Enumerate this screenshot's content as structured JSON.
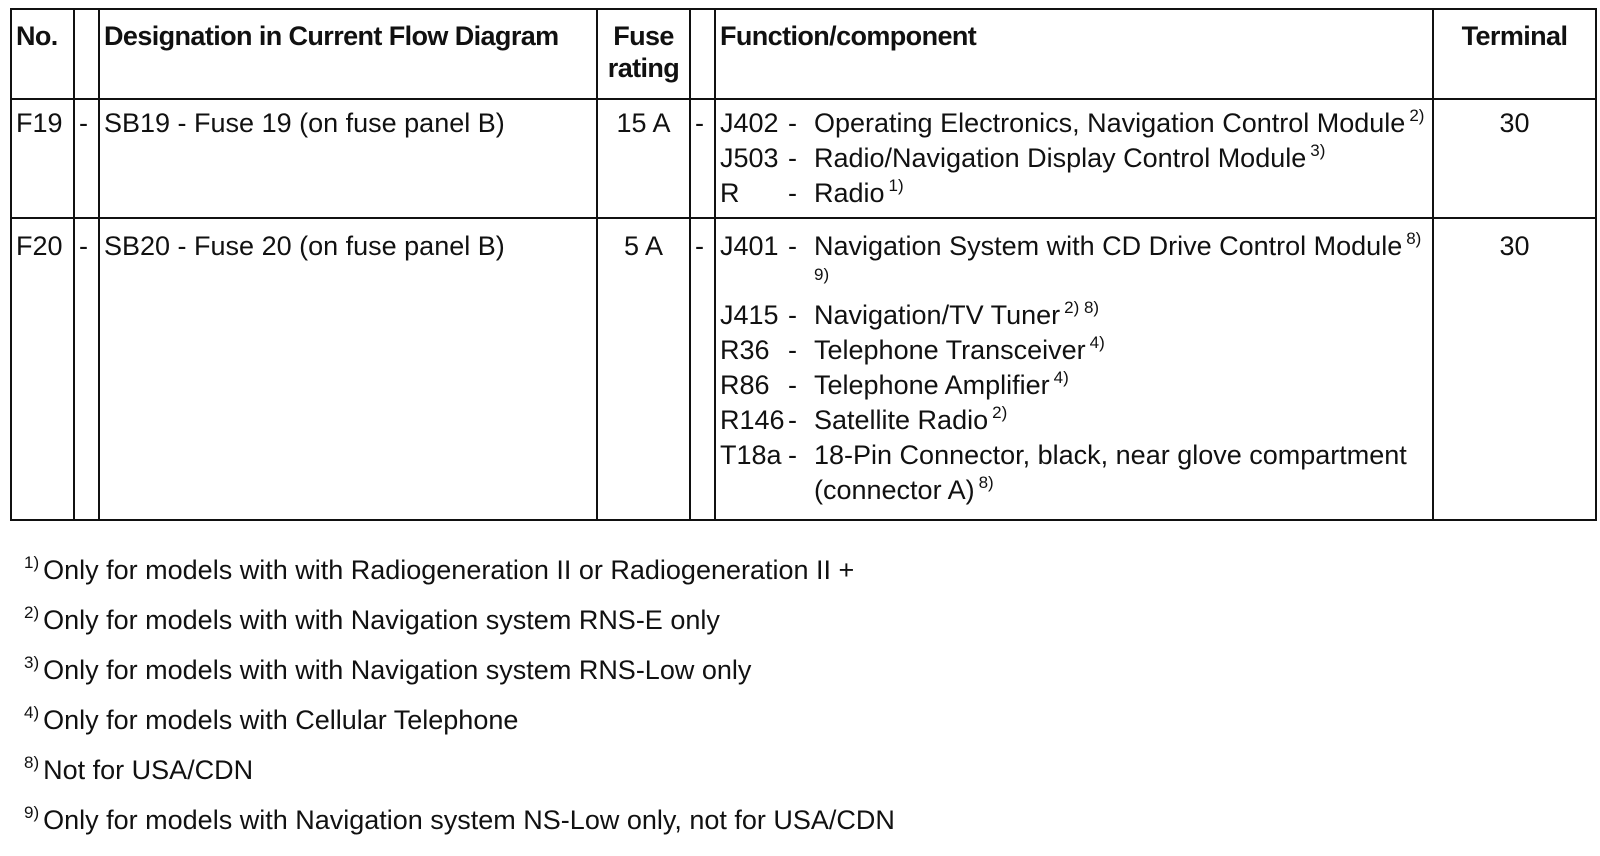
{
  "header": {
    "no": "No.",
    "designation": "Designation in Current Flow Diagram",
    "fuse_line1": "Fuse",
    "fuse_line2": "rating",
    "function": "Function/component",
    "terminal": "Terminal"
  },
  "rows": [
    {
      "no": "F19",
      "dash": "-",
      "designation": "SB19 -  Fuse 19 (on fuse panel B)",
      "fuse": "15 A",
      "dash2": "-",
      "terminal": "30",
      "functions": [
        {
          "code": "J402",
          "dash": "-",
          "text": "Operating Electronics, Navigation Control Module",
          "sup": "2)"
        },
        {
          "code": "J503",
          "dash": "-",
          "text": "Radio/Navigation Display Control Module",
          "sup": "3)"
        },
        {
          "code": "R",
          "dash": "-",
          "text": "Radio",
          "sup": "1)"
        }
      ]
    },
    {
      "no": "F20",
      "dash": "-",
      "designation": "SB20 -  Fuse 20 (on fuse panel B)",
      "fuse": "5 A",
      "dash2": "-",
      "terminal": "30",
      "functions": [
        {
          "code": "J401",
          "dash": "-",
          "text": "Navigation System with CD Drive Control Module",
          "sup": "8)",
          "cont": "9)"
        },
        {
          "code": "J415",
          "dash": "-",
          "text": "Navigation/TV Tuner",
          "sup": "2) 8)"
        },
        {
          "code": "R36",
          "dash": "-",
          "text": "Telephone Transceiver",
          "sup": "4)"
        },
        {
          "code": "R86",
          "dash": "-",
          "text": "Telephone Amplifier",
          "sup": "4)"
        },
        {
          "code": "R146",
          "dash": "-",
          "text": "Satellite Radio",
          "sup": "2)"
        },
        {
          "code": "T18a",
          "dash": "-",
          "text": "18-Pin Connector, black, near glove compartment",
          "sup": ""
        },
        {
          "code": "",
          "dash": "",
          "text": "(connector A)",
          "sup": "8)"
        }
      ]
    }
  ],
  "footnotes": [
    {
      "mark": "1)",
      "text": "Only for models with with Radiogeneration II or Radiogeneration II +"
    },
    {
      "mark": "2)",
      "text": "Only for models with with Navigation system RNS-E only"
    },
    {
      "mark": "3)",
      "text": "Only for models with with Navigation system RNS-Low only"
    },
    {
      "mark": "4)",
      "text": "Only for models with Cellular Telephone"
    },
    {
      "mark": "8)",
      "text": "Not for USA/CDN"
    },
    {
      "mark": "9)",
      "text": "Only for models with Navigation system NS-Low only, not for USA/CDN"
    }
  ]
}
